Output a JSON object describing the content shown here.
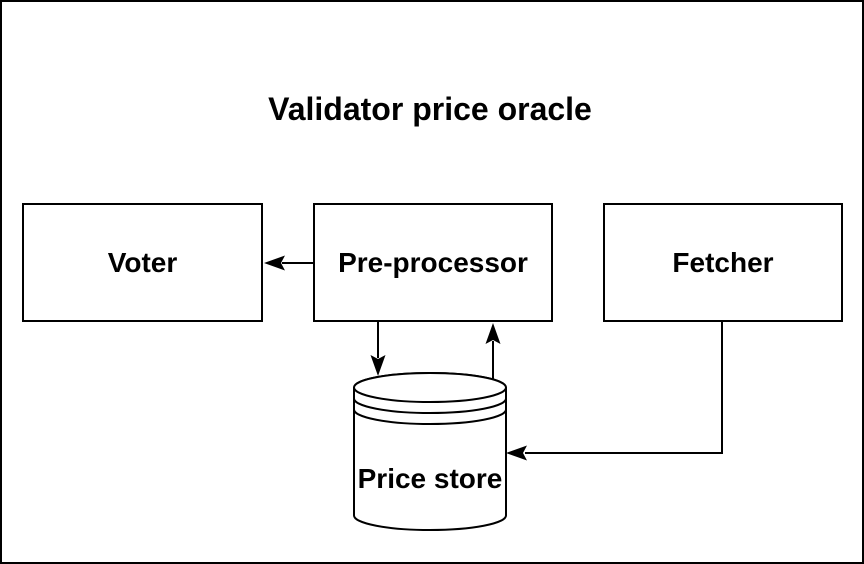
{
  "title": "Validator price oracle",
  "nodes": {
    "voter": {
      "label": "Voter",
      "shape": "rectangle"
    },
    "preprocessor": {
      "label": "Pre-processor",
      "shape": "rectangle"
    },
    "fetcher": {
      "label": "Fetcher",
      "shape": "rectangle"
    },
    "price_store": {
      "label": "Price store",
      "shape": "database-cylinder"
    }
  },
  "edges": [
    {
      "from": "preprocessor",
      "to": "voter",
      "style": "solid-arrow"
    },
    {
      "from": "preprocessor",
      "to": "price_store",
      "style": "solid-arrow"
    },
    {
      "from": "price_store",
      "to": "preprocessor",
      "style": "solid-arrow"
    },
    {
      "from": "fetcher",
      "to": "price_store",
      "style": "solid-arrow"
    }
  ],
  "colors": {
    "background": "#ffffff",
    "stroke": "#000000",
    "text": "#000000"
  }
}
